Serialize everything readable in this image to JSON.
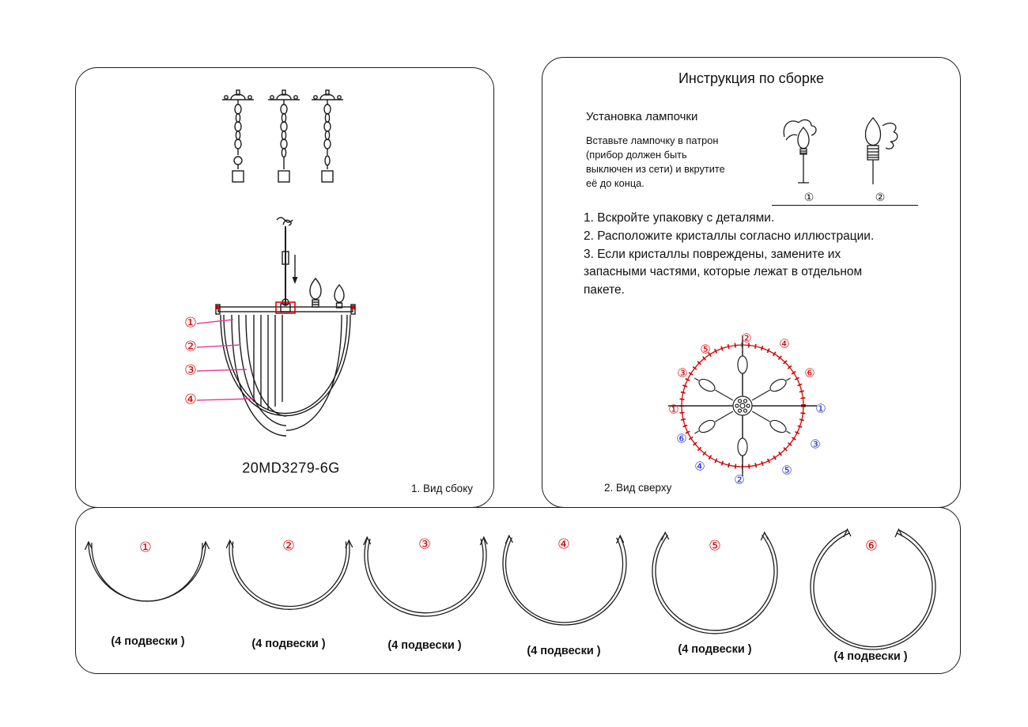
{
  "colors": {
    "accent_red": "#d10000",
    "accent_blue": "#1f2bd6",
    "leader_magenta": "#e83a9c",
    "line_black": "#1c1c1c"
  },
  "left_panel": {
    "callouts": [
      "①",
      "②",
      "③",
      "④"
    ],
    "model": "20MD3279-6G",
    "caption": "1. Вид сбоку"
  },
  "right_panel": {
    "title": "Инструкция по сборке",
    "lamp_section": {
      "heading": "Установка лампочки",
      "body": "Вставьте лампочку в патрон\n(прибор должен быть\nвыключен из сети) и вкрутите\nеё до конца.",
      "figure_labels": [
        "①",
        "②"
      ]
    },
    "steps": [
      "1. Вскройте упаковку с деталями.",
      "2. Расположите кристаллы согласно иллюстрации.",
      "3. Если кристаллы повреждены, замените их\nзапасными частями, которые лежат в отдельном\nпакете."
    ],
    "top_view": {
      "caption": "2. Вид сверху",
      "red_labels": [
        "⑤",
        "②",
        "④",
        "③",
        "⑥",
        "①"
      ],
      "blue_labels": [
        "①",
        "⑥",
        "③",
        "④",
        "⑤",
        "②"
      ]
    }
  },
  "bottom_panel": {
    "items": [
      {
        "num": "①",
        "label": "(4  подвески )"
      },
      {
        "num": "②",
        "label": "(4  подвески )"
      },
      {
        "num": "③",
        "label": "(4  подвески )"
      },
      {
        "num": "④",
        "label": "(4  подвески )"
      },
      {
        "num": "⑤",
        "label": "(4  подвески )"
      },
      {
        "num": "⑥",
        "label": "(4  подвески )"
      }
    ]
  }
}
